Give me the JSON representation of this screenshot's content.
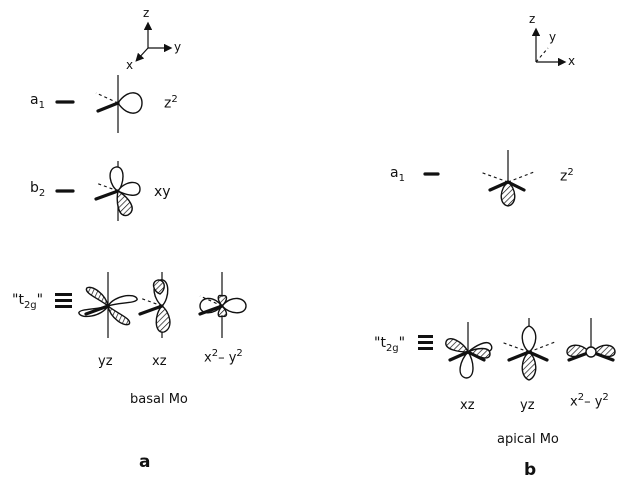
{
  "axes_a": {
    "z": "z",
    "y": "y",
    "x": "x"
  },
  "axes_b": {
    "z": "z",
    "y": "y",
    "x": "x"
  },
  "panel_a": {
    "a1": {
      "sym": "a",
      "sub": "1",
      "orbital": "z",
      "sup": "2"
    },
    "b2": {
      "sym": "b",
      "sub": "2",
      "orbital": "xy"
    },
    "t2g": {
      "pre": "\"t",
      "sub": "2g",
      "post": "\""
    },
    "captions": {
      "yz": "yz",
      "xz": "xz",
      "x2y2_base": "x",
      "x2y2_sup": "2",
      "x2y2_mid": "– y",
      "x2y2_sup2": "2"
    },
    "label": "basal Mo",
    "panel": "a"
  },
  "panel_b": {
    "a1": {
      "sym": "a",
      "sub": "1",
      "orbital": "z",
      "sup": "2"
    },
    "t2g": {
      "pre": "\"t",
      "sub": "2g",
      "post": "\""
    },
    "captions": {
      "xz": "xz",
      "yz": "yz",
      "x2y2_base": "x",
      "x2y2_sup": "2",
      "x2y2_mid": "– y",
      "x2y2_sup2": "2"
    },
    "label": "apical Mo",
    "panel": "b"
  }
}
